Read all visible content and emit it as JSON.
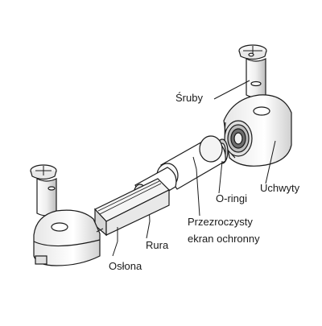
{
  "labels": {
    "sruby": "Śruby",
    "uchwyty": "Uchwyty",
    "oringi": "O-ringi",
    "przezroczysty_line1": "Przezroczysty",
    "przezroczysty_line2": "ekran ochronny",
    "rura": "Rura",
    "oslona": "Osłona"
  },
  "colors": {
    "line": "#1a1a1a",
    "fill_light": "#f2f2f2",
    "fill_mid": "#d9d9d9",
    "fill_dark": "#8c8c8c"
  }
}
